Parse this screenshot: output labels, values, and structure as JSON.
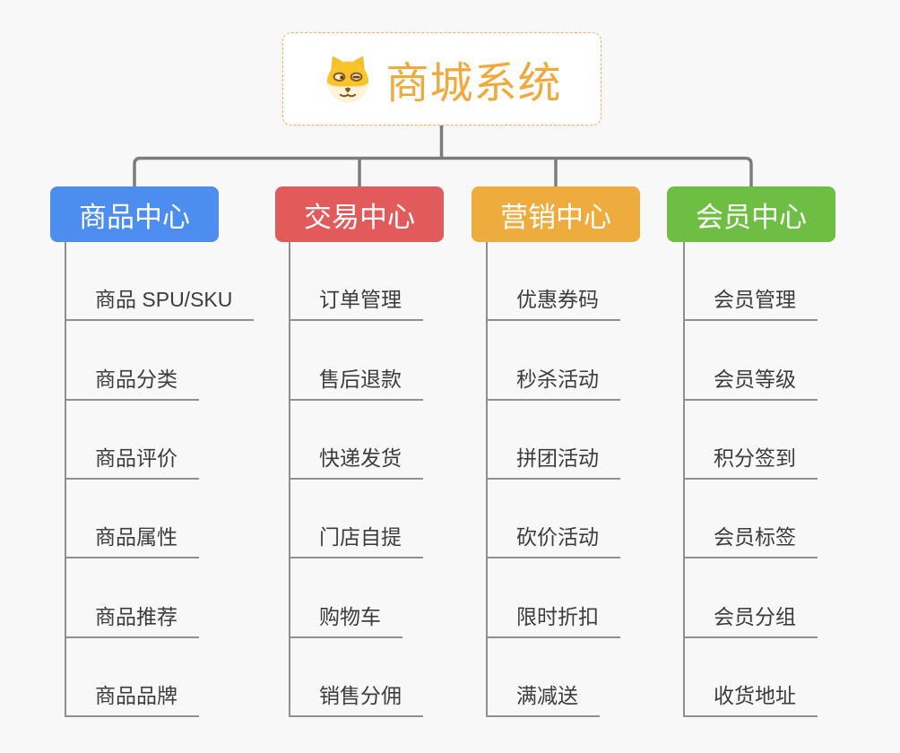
{
  "root": {
    "label": "商城系统",
    "icon": "doge-face-icon",
    "text_color": "#F0A93C",
    "border_color": "#EFB45C",
    "background": "#FFFFFF"
  },
  "branches": [
    {
      "label": "商品中心",
      "color": "#4C8DF0",
      "items": [
        "商品 SPU/SKU",
        "商品分类",
        "商品评价",
        "商品属性",
        "商品推荐",
        "商品品牌"
      ]
    },
    {
      "label": "交易中心",
      "color": "#E25B5B",
      "items": [
        "订单管理",
        "售后退款",
        "快递发货",
        "门店自提",
        "购物车",
        "销售分佣"
      ]
    },
    {
      "label": "营销中心",
      "color": "#EFAC3E",
      "items": [
        "优惠券码",
        "秒杀活动",
        "拼团活动",
        "砍价活动",
        "限时折扣",
        "满减送"
      ]
    },
    {
      "label": "会员中心",
      "color": "#6FBE44",
      "items": [
        "会员管理",
        "会员等级",
        "积分签到",
        "会员标签",
        "会员分组",
        "收货地址"
      ]
    }
  ],
  "colors": {
    "background": "#F8F8F8",
    "connector": "#7C7C7C",
    "leaf_line": "#8F8F8F",
    "leaf_text": "#3C3C3C",
    "branch_text": "#FFFFFF"
  }
}
